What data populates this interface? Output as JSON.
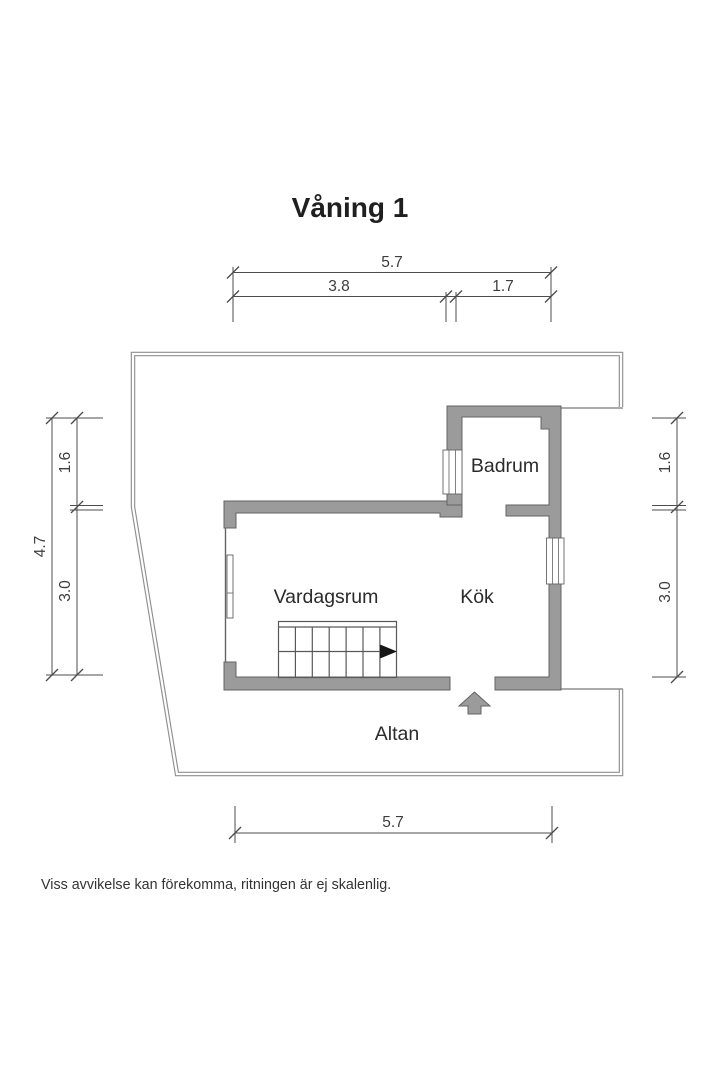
{
  "title": "Våning 1",
  "rooms": {
    "badrum": "Badrum",
    "vardagsrum": "Vardagsrum",
    "kok": "Kök",
    "altan": "Altan"
  },
  "dimensions": {
    "top_total": "5.7",
    "top_left": "3.8",
    "top_right": "1.7",
    "left_total": "4.7",
    "left_upper": "1.6",
    "left_lower": "3.0",
    "right_upper": "1.6",
    "right_lower": "3.0",
    "bottom_total": "5.7"
  },
  "disclaimer": "Viss avvikelse kan förekomma, ritningen är ej skalenlig.",
  "colors": {
    "wall": "#9b9b9b",
    "wall_outline": "#636363",
    "boundary": "#8f8f8f",
    "stair_line": "#595959",
    "dimension_line": "#4c4c4c",
    "dimension_text": "#3d3d3d",
    "room_text": "#2b2b2b",
    "title_text": "#1f1f1f",
    "stair_arrow": "#161616",
    "background": "#ffffff"
  }
}
